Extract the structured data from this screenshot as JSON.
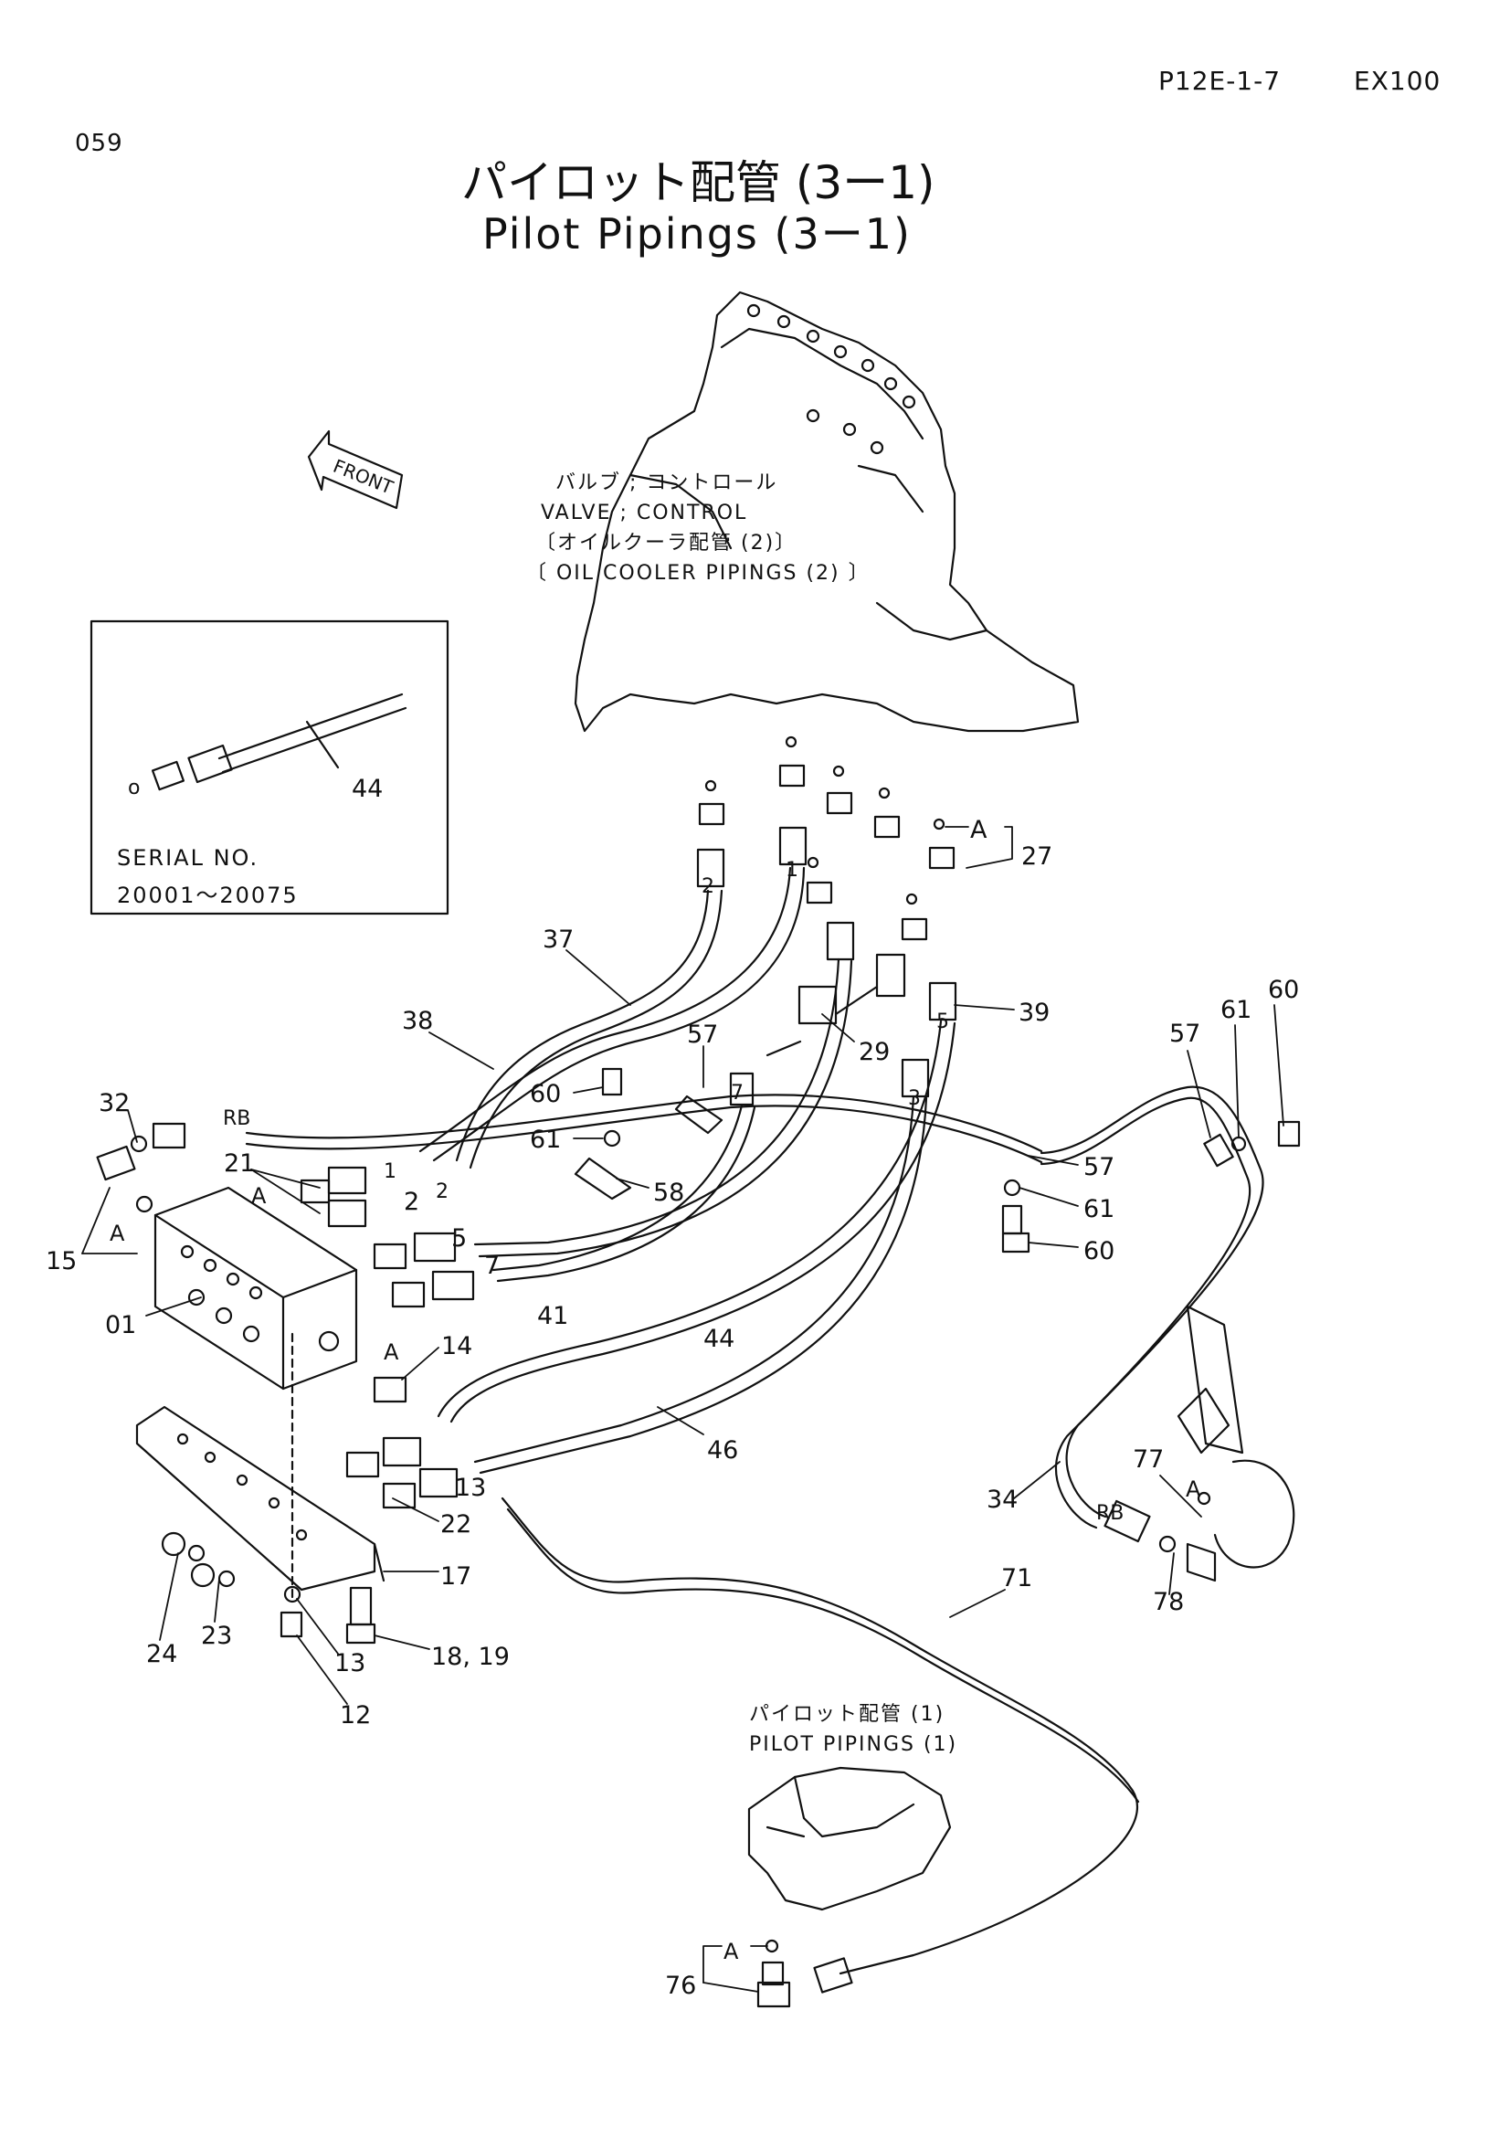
{
  "header": {
    "drawing_code": "P12E-1-7",
    "model": "EX100",
    "page_number": "059"
  },
  "title": {
    "japanese": "パイロット配管 (3ー1)",
    "english": "Pilot Pipings (3ー1)"
  },
  "front_label": "FRONT",
  "notes": {
    "valve_control_jp": "バルブ ; コントロール",
    "valve_control_en": "VALVE ; CONTROL",
    "oil_cooler_jp": "〔オイルクーラ配管 (2)〕",
    "oil_cooler_en": "〔 OIL  COOLER  PIPINGS (2) 〕",
    "pilot_pipings_jp": "パイロット配管 (1)",
    "pilot_pipings_en": "PILOT  PIPINGS (1)"
  },
  "inset": {
    "serial_label": "SERIAL  NO.",
    "serial_range": "20001〜20075",
    "part_number": "44",
    "o_ring_mark": "o"
  },
  "callouts": [
    "27",
    "A",
    "39",
    "37",
    "38",
    "29",
    "57",
    "60",
    "61",
    "32",
    "RB",
    "21",
    "A",
    "15",
    "A",
    "58",
    "2",
    "5",
    "7",
    "41",
    "44",
    "01",
    "14",
    "A",
    "46",
    "13",
    "22",
    "17",
    "23",
    "24",
    "13",
    "12",
    "18, 19",
    "57",
    "61",
    "60",
    "57",
    "61",
    "60",
    "34",
    "RB",
    "77",
    "A",
    "78",
    "71",
    "76",
    "A"
  ],
  "part_marks": [
    "2",
    "1",
    "1",
    "7",
    "3",
    "5",
    "2"
  ]
}
